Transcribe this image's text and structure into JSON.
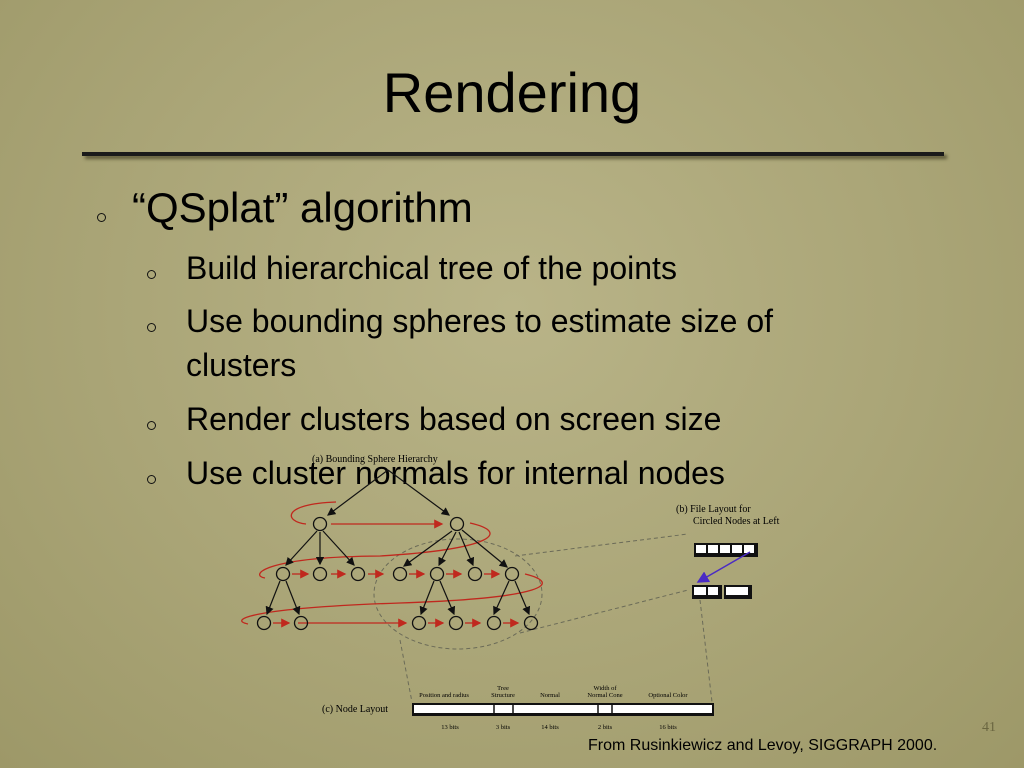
{
  "slide": {
    "title": "Rendering",
    "bullet_main": "“QSplat” algorithm",
    "bullets": [
      "Build hierarchical tree of the points",
      "Use bounding spheres to estimate size of clusters",
      "Render clusters based on screen size",
      "Use cluster normals for internal nodes"
    ],
    "credit": "From Rusinkiewicz and Levoy, SIGGRAPH 2000.",
    "page_number": "41"
  },
  "figure": {
    "caption_a": "(a) Bounding Sphere Hierarchy",
    "caption_b_line1": "(b) File Layout for",
    "caption_b_line2": "Circled Nodes at Left",
    "caption_c": "(c) Node Layout",
    "node_fields": [
      {
        "name": "Position and radius",
        "bits": "13 bits"
      },
      {
        "name": "Tree Structure",
        "bits": "3 bits"
      },
      {
        "name": "Normal",
        "bits": "14 bits"
      },
      {
        "name": "Width of Normal Cone",
        "bits": "2 bits"
      },
      {
        "name": "Optional Color",
        "bits": "16 bits"
      }
    ],
    "colors": {
      "traversal_arrows": "#c0281e",
      "link_arrow": "#4a2bc4",
      "dashed_lines": "#6b6b58"
    }
  }
}
